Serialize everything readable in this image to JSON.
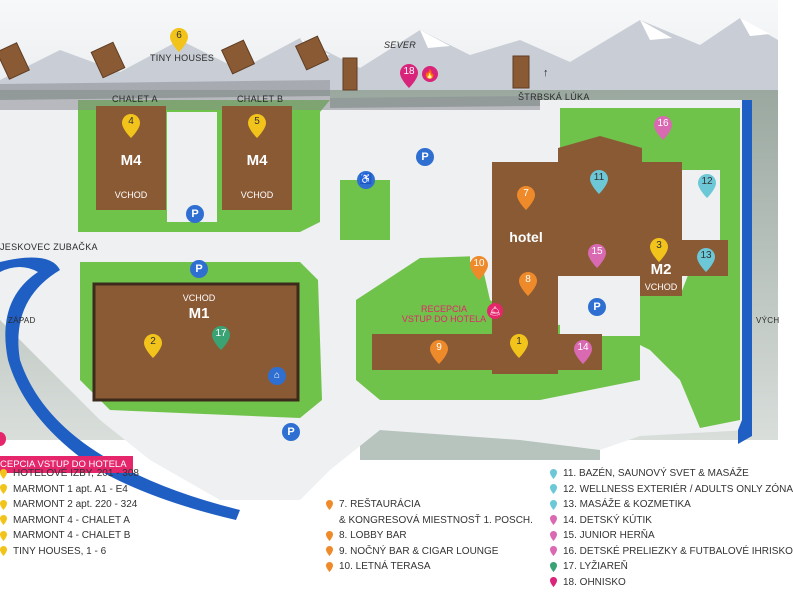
{
  "colors": {
    "building": "#8a5a35",
    "grass": "#6fc24a",
    "path": "#eef0f2",
    "river": "#1f5fc4",
    "parking": "#2f6fd1",
    "yellow": "#f2c31a",
    "orange": "#ef8a2a",
    "teal": "#6cc7d6",
    "pink": "#d96ab2",
    "green": "#3aa374",
    "magenta": "#d8247a",
    "reception": "#e5266b"
  },
  "labels": {
    "tiny_houses": "TINY HOUSES",
    "sever": "SEVER",
    "strbska": "ŠTRBSKÁ LÚKA",
    "chalet_a": "CHALET A",
    "chalet_b": "CHALET B",
    "zubacka": "JESKOVEC ZUBAČKA",
    "zapad": "ZÁPAD",
    "vych": "VÝCH"
  },
  "buildings": {
    "m4a_name": "M4",
    "m4a_entry": "VCHOD",
    "m4b_name": "M4",
    "m4b_entry": "VCHOD",
    "m1_entry": "VCHOD",
    "m1_name": "M1",
    "hotel_name": "hotel",
    "m2_name": "M2",
    "m2_entry": "VCHOD"
  },
  "reception": {
    "hotel_line1": "RECEPCIA",
    "hotel_line2": "VSTUP DO HOTELA",
    "left": "CEPCIA VSTUP DO HOTELA"
  },
  "parking_symbol": "P",
  "pins": {
    "p1": "1",
    "p2": "2",
    "p3": "3",
    "p4": "4",
    "p5": "5",
    "p6": "6",
    "p7": "7",
    "p8": "8",
    "p9": "9",
    "p10": "10",
    "p11": "11",
    "p12": "12",
    "p13": "13",
    "p14": "14",
    "p15": "15",
    "p16": "16",
    "p17": "17",
    "p18": "18"
  },
  "legend_left": [
    {
      "text": "HOTELOVÉ IZBY, 201 - 308",
      "color": "yellow"
    },
    {
      "text": "MARMONT 1 apt. A1 - E4",
      "color": "yellow"
    },
    {
      "text": "MARMONT 2 apt. 220 - 324",
      "color": "yellow"
    },
    {
      "text": "MARMONT 4 - CHALET A",
      "color": "yellow"
    },
    {
      "text": "MARMONT 4 - CHALET B",
      "color": "yellow"
    },
    {
      "text": "TINY HOUSES, 1 - 6",
      "color": "yellow"
    }
  ],
  "legend_mid": [
    {
      "text": "7. REŠTAURÁCIA",
      "color": "orange"
    },
    {
      "text": "& KONGRESOVÁ MIESTNOSŤ 1. POSCH.",
      "color": ""
    },
    {
      "text": "8. LOBBY BAR",
      "color": "orange"
    },
    {
      "text": "9. NOČNÝ BAR & CIGAR LOUNGE",
      "color": "orange"
    },
    {
      "text": "10. LETNÁ TERASA",
      "color": "orange"
    }
  ],
  "legend_right": [
    {
      "text": "11. BAZÉN, SAUNOVÝ SVET & MASÁŽE",
      "color": "teal"
    },
    {
      "text": "12. WELLNESS EXTERIÉR / ADULTS ONLY ZÓNA",
      "color": "teal"
    },
    {
      "text": "13. MASÁŽE & KOZMETIKA",
      "color": "teal"
    },
    {
      "text": "14. DETSKÝ KÚTIK",
      "color": "pink"
    },
    {
      "text": "15. JUNIOR HERŇA",
      "color": "pink"
    },
    {
      "text": "16. DETSKÉ PRELIEZKY & FUTBALOVÉ IHRISKO",
      "color": "pink"
    },
    {
      "text": "17. LYŽIAREŇ",
      "color": "green"
    },
    {
      "text": "18. OHNISKO",
      "color": "magenta"
    }
  ]
}
